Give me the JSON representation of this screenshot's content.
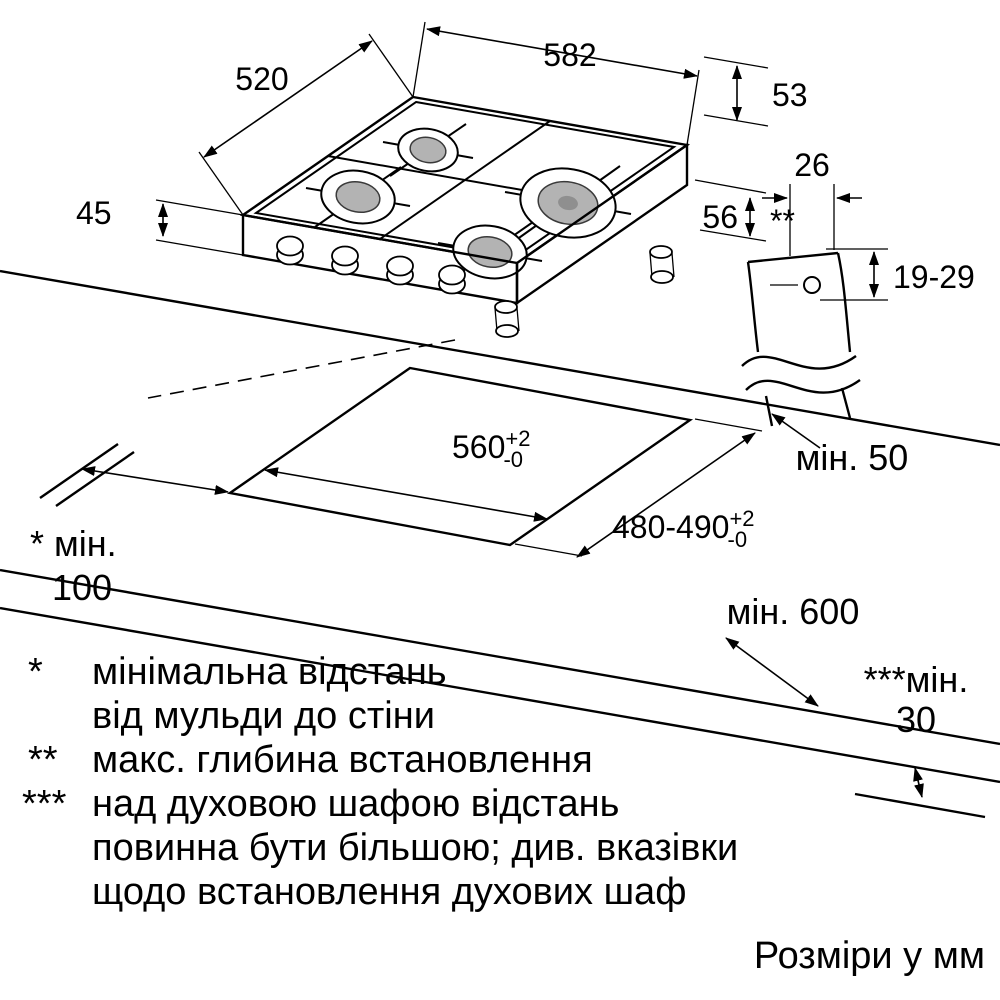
{
  "labels": {
    "dim_582": "582",
    "dim_520": "520",
    "dim_53": "53",
    "dim_45": "45",
    "dim_56": "56",
    "stars_2": "**",
    "dim_26": "26",
    "dim_19_29": "19-29",
    "cutout_w": "560",
    "cutout_w_plus": "+2",
    "cutout_w_minus": "-0",
    "cutout_d": "480-490",
    "cutout_d_plus": "+2",
    "cutout_d_minus": "-0",
    "min_50": "мін. 50",
    "min_100_a": "* мін.",
    "min_100_b": "100",
    "min_600": "мін. 600",
    "min_30_a": "***мін.",
    "min_30_b": "30"
  },
  "footnotes": {
    "m1": "*",
    "l1": "мінімальна відстань",
    "l2": "від мульди до стіни",
    "m2": "**",
    "l3": "макс. глибина встановлення",
    "m3": "***",
    "l4": "над духовою шафою відстань",
    "l5": "повинна бути більшою; див. вказівки",
    "l6": "щодо встановлення духових шаф",
    "units": "Розміри у мм"
  },
  "colors": {
    "line": "#000000",
    "burner_cap": "#b3b3b3",
    "background": "#ffffff"
  }
}
